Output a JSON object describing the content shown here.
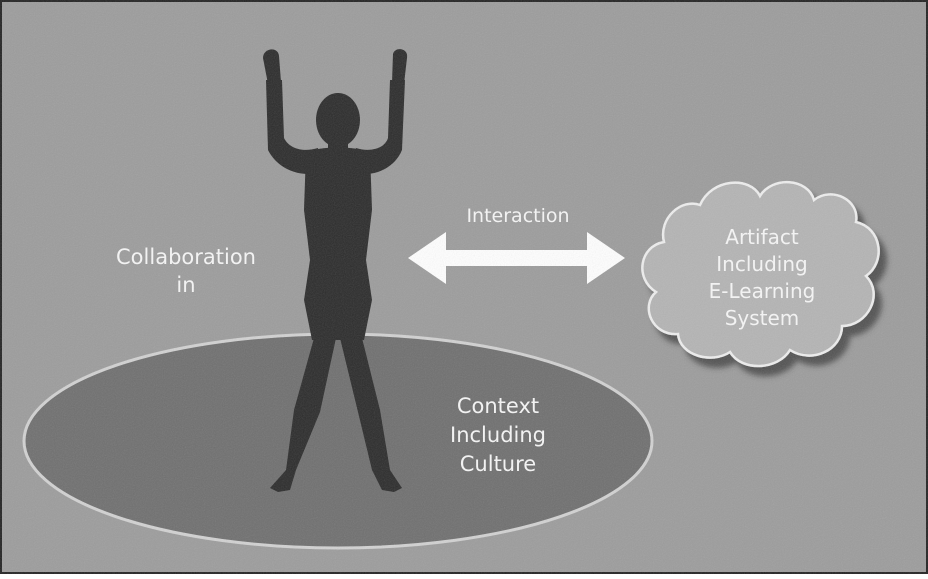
{
  "diagram": {
    "collaboration_label": [
      "Collaboration",
      "in"
    ],
    "interaction_label": "Interaction",
    "artifact_label": [
      "Artifact",
      "Including",
      "E-Learning",
      "System"
    ],
    "context_label": [
      "Context",
      "Including",
      "Culture"
    ]
  },
  "colors": {
    "background": "#9c9c9c",
    "ellipse": "#6f6f6f",
    "ellipse_edge": "#d2d2d2",
    "silhouette": "#2b2b2b",
    "cloud_fill": "#b4b4b4",
    "cloud_stroke": "#eeeeee",
    "arrow": "#ffffff",
    "text": "#f2f2f2"
  },
  "icons": {
    "person": "person-silhouette-icon",
    "arrow": "double-arrow-icon",
    "cloud": "cloud-icon"
  }
}
